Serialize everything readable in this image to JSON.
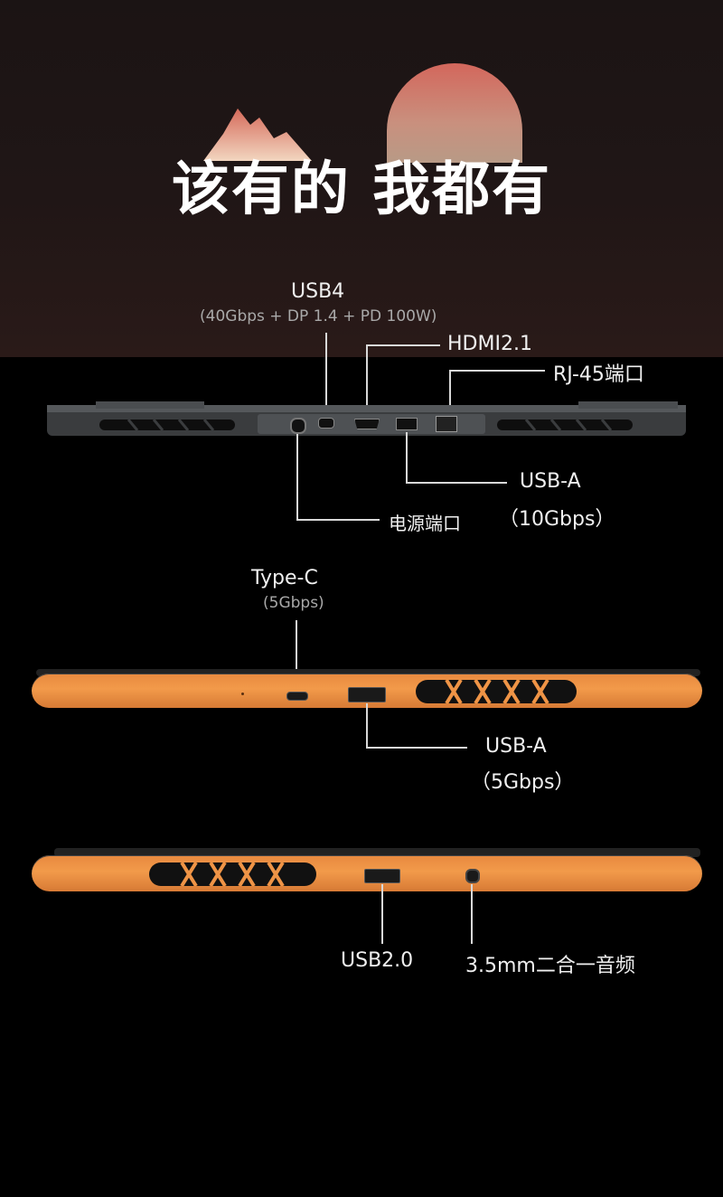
{
  "headline": {
    "part1": "该有的",
    "part2": "我都有"
  },
  "top_view": {
    "usb4": {
      "label": "USB4",
      "sub": "(40Gbps + DP 1.4 + PD 100W)"
    },
    "hdmi": {
      "label": "HDMI2.1"
    },
    "rj45": {
      "label": "RJ-45端口"
    },
    "usba": {
      "label": "USB-A",
      "sub": "（10Gbps）"
    },
    "power": {
      "label": "电源端口"
    }
  },
  "left_view": {
    "typec": {
      "label": "Type-C",
      "sub": "(5Gbps)"
    },
    "usba": {
      "label": "USB-A",
      "sub": "（5Gbps）"
    }
  },
  "right_view": {
    "usb2": {
      "label": "USB2.0"
    },
    "audio": {
      "label": "3.5mm二合一音频"
    }
  },
  "colors": {
    "background": "#000000",
    "accent_orange": "#f29a4a",
    "line": "#d8d8d8"
  }
}
